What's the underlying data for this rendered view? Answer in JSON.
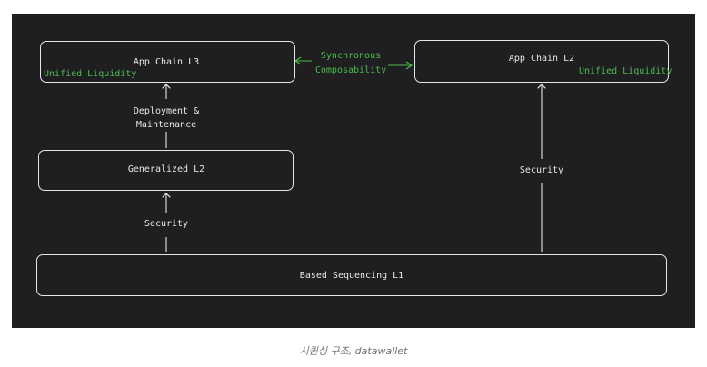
{
  "diagram": {
    "app_chain_l3": {
      "title": "App Chain L3",
      "tag": "Unified Liquidity"
    },
    "app_chain_l2": {
      "title": "App Chain L2",
      "tag": "Unified Liquidity"
    },
    "sync": {
      "line1": "Synchronous",
      "line2": "Composability"
    },
    "deployment": {
      "line1": "Deployment &",
      "line2": "Maintenance"
    },
    "generalized_l2": {
      "title": "Generalized L2"
    },
    "security_left": "Security",
    "security_right": "Security",
    "based_l1": {
      "title": "Based Sequencing L1"
    }
  },
  "caption": "시퀀싱 구조, datawallet",
  "colors": {
    "background": "#1f1f21",
    "line": "#e6e6e6",
    "accent_green": "#4cbb4c"
  }
}
